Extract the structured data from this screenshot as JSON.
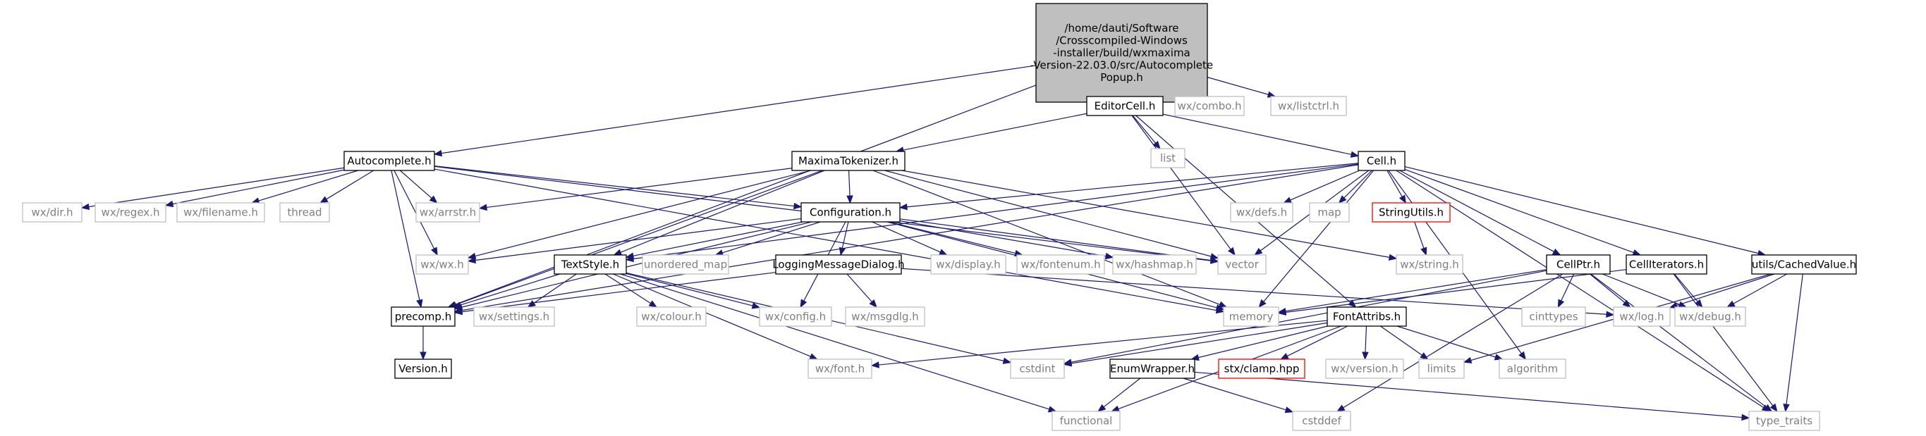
{
  "diagram": {
    "colors": {
      "edge": "#191970",
      "root_fill": "#bfbfbf",
      "node_border": "#000000",
      "external_border": "#bfbfbf",
      "external_text": "#7f7f7f",
      "missing_border": "#ff0000",
      "text": "#000000"
    },
    "nodes": [
      {
        "id": "root",
        "kind": "root",
        "label": "/home/dauti/Software\n/Crosscompiled-Windows\n-installer/build/wxmaxima\n-Version-22.03.0/src/Autocomplete\nPopup.h"
      },
      {
        "id": "editorcell",
        "kind": "file",
        "label": "EditorCell.h"
      },
      {
        "id": "wxcombo",
        "kind": "external",
        "label": "wx/combo.h"
      },
      {
        "id": "wxlistctrl",
        "kind": "external",
        "label": "wx/listctrl.h"
      },
      {
        "id": "autocomplete",
        "kind": "file",
        "label": "Autocomplete.h"
      },
      {
        "id": "maximatokenizer",
        "kind": "file",
        "label": "MaximaTokenizer.h"
      },
      {
        "id": "list",
        "kind": "external",
        "label": "list"
      },
      {
        "id": "cell",
        "kind": "file",
        "label": "Cell.h"
      },
      {
        "id": "wxdir",
        "kind": "external",
        "label": "wx/dir.h"
      },
      {
        "id": "wxregex",
        "kind": "external",
        "label": "wx/regex.h"
      },
      {
        "id": "wxfilename",
        "kind": "external",
        "label": "wx/filename.h"
      },
      {
        "id": "thread",
        "kind": "external",
        "label": "thread"
      },
      {
        "id": "wxarrstr",
        "kind": "external",
        "label": "wx/arrstr.h"
      },
      {
        "id": "configuration",
        "kind": "file",
        "label": "Configuration.h"
      },
      {
        "id": "wxdefs",
        "kind": "external",
        "label": "wx/defs.h"
      },
      {
        "id": "map",
        "kind": "external",
        "label": "map"
      },
      {
        "id": "stringutils",
        "kind": "missing",
        "label": "StringUtils.h"
      },
      {
        "id": "wxwx",
        "kind": "external",
        "label": "wx/wx.h"
      },
      {
        "id": "unorderedmap",
        "kind": "external",
        "label": "unordered_map"
      },
      {
        "id": "wxdisplay",
        "kind": "external",
        "label": "wx/display.h"
      },
      {
        "id": "wxfontenum",
        "kind": "external",
        "label": "wx/fontenum.h"
      },
      {
        "id": "wxhashmap",
        "kind": "external",
        "label": "wx/hashmap.h"
      },
      {
        "id": "vector",
        "kind": "external",
        "label": "vector"
      },
      {
        "id": "wxstring",
        "kind": "external",
        "label": "wx/string.h"
      },
      {
        "id": "textstyle",
        "kind": "file",
        "label": "TextStyle.h"
      },
      {
        "id": "loggingdialog",
        "kind": "file",
        "label": "LoggingMessageDialog.h"
      },
      {
        "id": "cellptr",
        "kind": "file",
        "label": "CellPtr.h"
      },
      {
        "id": "celliterators",
        "kind": "file",
        "label": "CellIterators.h"
      },
      {
        "id": "cachedvalue",
        "kind": "file",
        "label": "utils/CachedValue.h"
      },
      {
        "id": "precomp",
        "kind": "file",
        "label": "precomp.h"
      },
      {
        "id": "wxsettings",
        "kind": "external",
        "label": "wx/settings.h"
      },
      {
        "id": "wxcolour",
        "kind": "external",
        "label": "wx/colour.h"
      },
      {
        "id": "wxconfig",
        "kind": "external",
        "label": "wx/config.h"
      },
      {
        "id": "wxmsgdlg",
        "kind": "external",
        "label": "wx/msgdlg.h"
      },
      {
        "id": "memory",
        "kind": "external",
        "label": "memory"
      },
      {
        "id": "fontattribs",
        "kind": "file",
        "label": "FontAttribs.h"
      },
      {
        "id": "cinttypes",
        "kind": "external",
        "label": "cinttypes"
      },
      {
        "id": "wxlog",
        "kind": "external",
        "label": "wx/log.h"
      },
      {
        "id": "wxdebug",
        "kind": "external",
        "label": "wx/debug.h"
      },
      {
        "id": "version",
        "kind": "file",
        "label": "Version.h"
      },
      {
        "id": "wxfont",
        "kind": "external",
        "label": "wx/font.h"
      },
      {
        "id": "cstdint",
        "kind": "external",
        "label": "cstdint"
      },
      {
        "id": "enumwrapper",
        "kind": "file",
        "label": "EnumWrapper.h"
      },
      {
        "id": "stxclamp",
        "kind": "missing",
        "label": "stx/clamp.hpp"
      },
      {
        "id": "wxversion",
        "kind": "external",
        "label": "wx/version.h"
      },
      {
        "id": "limits",
        "kind": "external",
        "label": "limits"
      },
      {
        "id": "algorithm",
        "kind": "external",
        "label": "algorithm"
      },
      {
        "id": "functional",
        "kind": "external",
        "label": "functional"
      },
      {
        "id": "cstddef",
        "kind": "external",
        "label": "cstddef"
      },
      {
        "id": "typetraits",
        "kind": "external",
        "label": "type_traits"
      }
    ],
    "edges": [
      [
        "root",
        "editorcell"
      ],
      [
        "root",
        "wxcombo"
      ],
      [
        "root",
        "wxlistctrl"
      ],
      [
        "root",
        "autocomplete"
      ],
      [
        "root",
        "precomp"
      ],
      [
        "editorcell",
        "maximatokenizer"
      ],
      [
        "editorcell",
        "list"
      ],
      [
        "editorcell",
        "cell"
      ],
      [
        "editorcell",
        "vector"
      ],
      [
        "editorcell",
        "fontattribs"
      ],
      [
        "autocomplete",
        "wxdir"
      ],
      [
        "autocomplete",
        "wxregex"
      ],
      [
        "autocomplete",
        "wxfilename"
      ],
      [
        "autocomplete",
        "thread"
      ],
      [
        "autocomplete",
        "wxarrstr"
      ],
      [
        "autocomplete",
        "configuration"
      ],
      [
        "autocomplete",
        "wxwx"
      ],
      [
        "autocomplete",
        "precomp"
      ],
      [
        "autocomplete",
        "vector"
      ],
      [
        "autocomplete",
        "memory"
      ],
      [
        "maximatokenizer",
        "wxarrstr"
      ],
      [
        "maximatokenizer",
        "configuration"
      ],
      [
        "maximatokenizer",
        "textstyle"
      ],
      [
        "maximatokenizer",
        "wxwx"
      ],
      [
        "maximatokenizer",
        "precomp"
      ],
      [
        "maximatokenizer",
        "vector"
      ],
      [
        "maximatokenizer",
        "memory"
      ],
      [
        "maximatokenizer",
        "wxstring"
      ],
      [
        "cell",
        "configuration"
      ],
      [
        "cell",
        "wxdefs"
      ],
      [
        "cell",
        "map"
      ],
      [
        "cell",
        "stringutils"
      ],
      [
        "cell",
        "vector"
      ],
      [
        "cell",
        "memory"
      ],
      [
        "cell",
        "cellptr"
      ],
      [
        "cell",
        "celliterators"
      ],
      [
        "cell",
        "cachedvalue"
      ],
      [
        "cell",
        "textstyle"
      ],
      [
        "cell",
        "precomp"
      ],
      [
        "cell",
        "algorithm"
      ],
      [
        "cell",
        "typetraits"
      ],
      [
        "stringutils",
        "wxstring"
      ],
      [
        "configuration",
        "wxwx"
      ],
      [
        "configuration",
        "unorderedmap"
      ],
      [
        "configuration",
        "wxdisplay"
      ],
      [
        "configuration",
        "wxfontenum"
      ],
      [
        "configuration",
        "wxhashmap"
      ],
      [
        "configuration",
        "vector"
      ],
      [
        "configuration",
        "memory"
      ],
      [
        "configuration",
        "textstyle"
      ],
      [
        "configuration",
        "loggingdialog"
      ],
      [
        "configuration",
        "precomp"
      ],
      [
        "configuration",
        "wxconfig"
      ],
      [
        "textstyle",
        "precomp"
      ],
      [
        "textstyle",
        "wxsettings"
      ],
      [
        "textstyle",
        "wxcolour"
      ],
      [
        "textstyle",
        "wxconfig"
      ],
      [
        "textstyle",
        "wxfont"
      ],
      [
        "textstyle",
        "cstdint"
      ],
      [
        "textstyle",
        "functional"
      ],
      [
        "loggingdialog",
        "precomp"
      ],
      [
        "loggingdialog",
        "wxmsgdlg"
      ],
      [
        "loggingdialog",
        "wxlog"
      ],
      [
        "precomp",
        "version"
      ],
      [
        "cellptr",
        "memory"
      ],
      [
        "cellptr",
        "cinttypes"
      ],
      [
        "cellptr",
        "wxlog"
      ],
      [
        "cellptr",
        "wxdebug"
      ],
      [
        "cellptr",
        "cstdint"
      ],
      [
        "cellptr",
        "cstddef"
      ],
      [
        "cellptr",
        "typetraits"
      ],
      [
        "celliterators",
        "memory"
      ],
      [
        "celliterators",
        "wxdebug"
      ],
      [
        "celliterators",
        "typetraits"
      ],
      [
        "cachedvalue",
        "wxlog"
      ],
      [
        "cachedvalue",
        "wxdebug"
      ],
      [
        "cachedvalue",
        "limits"
      ],
      [
        "cachedvalue",
        "typetraits"
      ],
      [
        "fontattribs",
        "wxfont"
      ],
      [
        "fontattribs",
        "cstdint"
      ],
      [
        "fontattribs",
        "enumwrapper"
      ],
      [
        "fontattribs",
        "stxclamp"
      ],
      [
        "fontattribs",
        "wxversion"
      ],
      [
        "fontattribs",
        "limits"
      ],
      [
        "fontattribs",
        "algorithm"
      ],
      [
        "fontattribs",
        "functional"
      ],
      [
        "enumwrapper",
        "functional"
      ],
      [
        "enumwrapper",
        "cstddef"
      ],
      [
        "enumwrapper",
        "typetraits"
      ]
    ]
  }
}
